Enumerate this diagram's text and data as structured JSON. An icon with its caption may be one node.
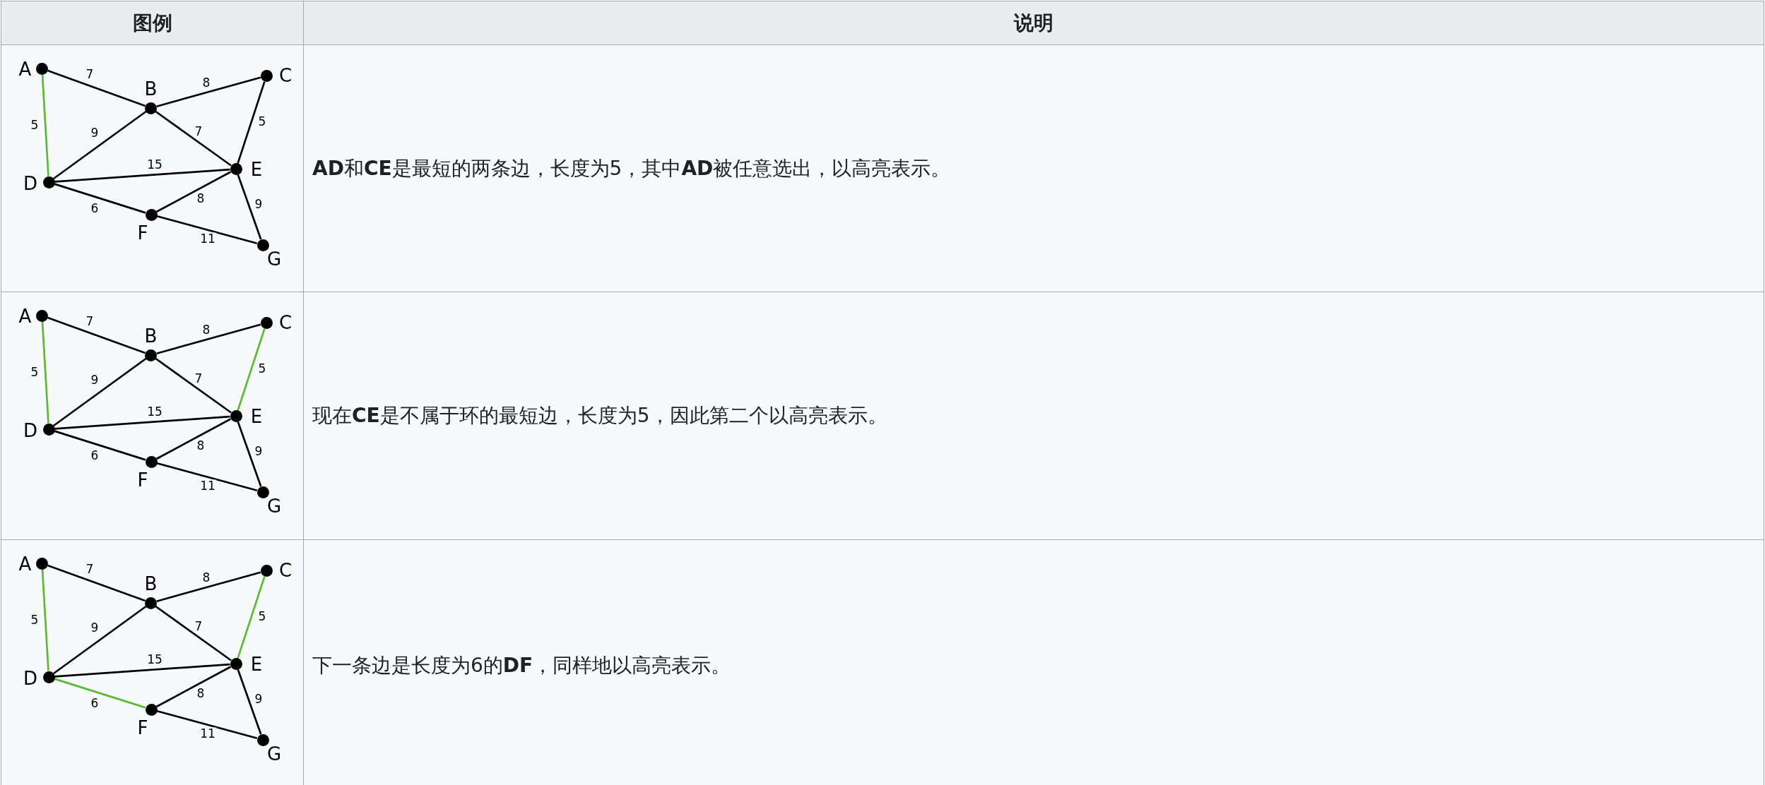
{
  "diagram": {
    "nodes": [
      {
        "text": [],
        "shape": "circle",
        "beside": [
          "A"
        ]
      },
      {
        "text": [],
        "shape": "circle",
        "beside": [
          "B"
        ]
      },
      {
        "text": [],
        "shape": "circle",
        "beside": [
          "C"
        ]
      },
      {
        "text": [],
        "shape": "circle",
        "beside": [
          "D"
        ]
      },
      {
        "text": [],
        "shape": "circle",
        "beside": [
          "E"
        ]
      },
      {
        "text": [],
        "shape": "circle",
        "beside": [
          "F"
        ]
      },
      {
        "text": [],
        "shape": "circle",
        "beside": [
          "G"
        ]
      },
      {
        "text": [],
        "shape": "circle",
        "beside": [
          "A"
        ]
      },
      {
        "text": [],
        "shape": "circle",
        "beside": [
          "B"
        ]
      },
      {
        "text": [],
        "shape": "circle",
        "beside": [
          "C"
        ]
      },
      {
        "text": [],
        "shape": "circle",
        "beside": [
          "D"
        ]
      },
      {
        "text": [],
        "shape": "circle",
        "beside": [
          "E"
        ]
      },
      {
        "text": [],
        "shape": "circle",
        "beside": [
          "F"
        ]
      },
      {
        "text": [],
        "shape": "circle",
        "beside": [
          "G"
        ]
      },
      {
        "text": [],
        "shape": "circle",
        "beside": [
          "A"
        ]
      },
      {
        "text": [],
        "shape": "circle",
        "beside": [
          "B"
        ]
      },
      {
        "text": [],
        "shape": "circle",
        "beside": [
          "C"
        ]
      },
      {
        "text": [],
        "shape": "circle",
        "beside": [
          "D"
        ]
      },
      {
        "text": [],
        "shape": "circle",
        "beside": [
          "E"
        ]
      },
      {
        "text": [],
        "shape": "circle",
        "beside": [
          "F"
        ]
      },
      {
        "text": [],
        "shape": "circle",
        "beside": [
          "G"
        ]
      }
    ],
    "edges": [
      {
        "from": 0,
        "to": 1,
        "arrow": "none",
        "label": "7"
      },
      {
        "from": 0,
        "to": 3,
        "arrow": "none",
        "label": "5",
        "color": "#5bb935"
      },
      {
        "from": 1,
        "to": 2,
        "arrow": "none",
        "label": "8"
      },
      {
        "from": 1,
        "to": 3,
        "arrow": "none",
        "label": "9"
      },
      {
        "from": 1,
        "to": 4,
        "arrow": "none",
        "label": "7"
      },
      {
        "from": 2,
        "to": 4,
        "arrow": "none",
        "label": "5"
      },
      {
        "from": 3,
        "to": 4,
        "arrow": "none",
        "label": "15"
      },
      {
        "from": 3,
        "to": 5,
        "arrow": "none",
        "label": "6"
      },
      {
        "from": 4,
        "to": 5,
        "arrow": "none",
        "label": "8"
      },
      {
        "from": 4,
        "to": 6,
        "arrow": "none",
        "label": "9"
      },
      {
        "from": 5,
        "to": 6,
        "arrow": "none",
        "label": "11"
      },
      {
        "from": 7,
        "to": 8,
        "arrow": "none",
        "label": "7"
      },
      {
        "from": 7,
        "to": 10,
        "arrow": "none",
        "label": "5",
        "color": "#5bb935"
      },
      {
        "from": 8,
        "to": 9,
        "arrow": "none",
        "label": "8"
      },
      {
        "from": 8,
        "to": 10,
        "arrow": "none",
        "label": "9"
      },
      {
        "from": 8,
        "to": 11,
        "arrow": "none",
        "label": "7"
      },
      {
        "from": 9,
        "to": 11,
        "arrow": "none",
        "label": "5",
        "color": "#5bb935"
      },
      {
        "from": 10,
        "to": 11,
        "arrow": "none",
        "label": "15"
      },
      {
        "from": 10,
        "to": 12,
        "arrow": "none",
        "label": "6"
      },
      {
        "from": 11,
        "to": 12,
        "arrow": "none",
        "label": "8"
      },
      {
        "from": 11,
        "to": 13,
        "arrow": "none",
        "label": "9"
      },
      {
        "from": 12,
        "to": 13,
        "arrow": "none",
        "label": "11"
      },
      {
        "from": 14,
        "to": 15,
        "arrow": "none",
        "label": "7"
      },
      {
        "from": 14,
        "to": 17,
        "arrow": "none",
        "label": "5",
        "color": "#5bb935"
      },
      {
        "from": 15,
        "to": 16,
        "arrow": "none",
        "label": "8"
      },
      {
        "from": 15,
        "to": 17,
        "arrow": "none",
        "label": "9"
      },
      {
        "from": 15,
        "to": 18,
        "arrow": "none",
        "label": "7"
      },
      {
        "from": 16,
        "to": 18,
        "arrow": "none",
        "label": "5",
        "color": "#5bb935"
      },
      {
        "from": 17,
        "to": 18,
        "arrow": "none",
        "label": "15"
      },
      {
        "from": 17,
        "to": 19,
        "arrow": "none",
        "label": "6",
        "color": "#5bb935"
      },
      {
        "from": 18,
        "to": 19,
        "arrow": "none",
        "label": "8"
      },
      {
        "from": 18,
        "to": 20,
        "arrow": "none",
        "label": "9"
      },
      {
        "from": 19,
        "to": 20,
        "arrow": "none",
        "label": "11"
      }
    ],
    "labels": [
      "图例",
      "说明",
      "**AD**和**CE**是最短的两条边，长度为5，其中**AD**被任意选出，以高亮表示。",
      "现在**CE**是不属于环的最短边，长度为5，因此第二个以高亮表示。",
      "下一条边是长度为6的**DF**，同样地以高亮表示。"
    ]
  }
}
